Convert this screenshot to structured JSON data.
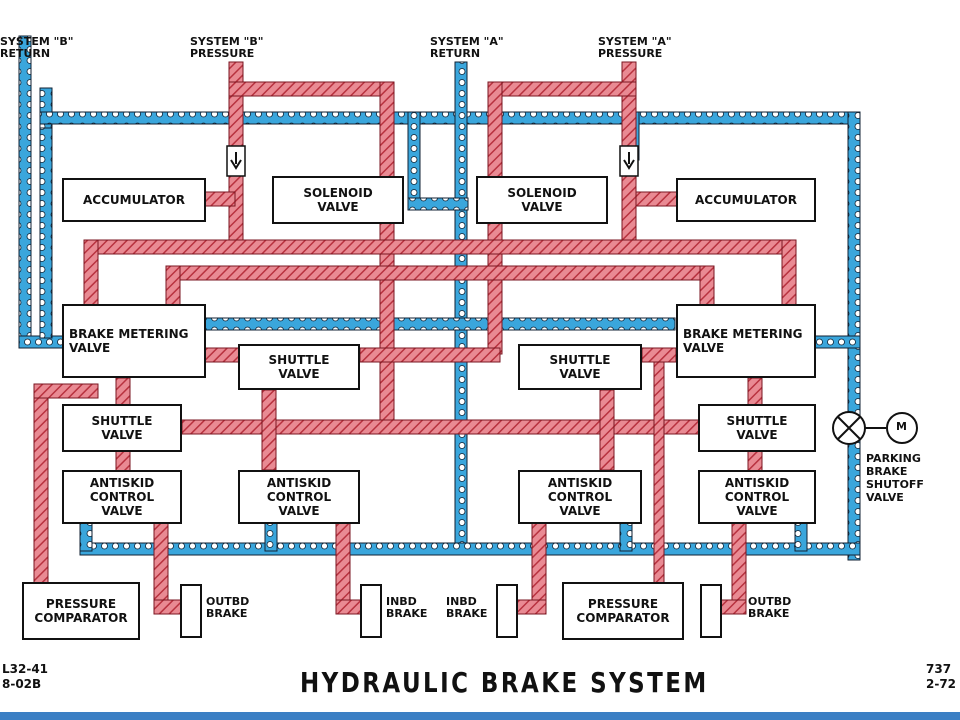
{
  "title": "HYDRAULIC BRAKE SYSTEM",
  "corner_left": [
    "L32-41",
    "8-02B"
  ],
  "corner_right": [
    "737",
    "2-72"
  ],
  "supply_labels": {
    "sys_b_return": "SYSTEM \"B\"\nRETURN",
    "sys_b_pressure": "SYSTEM \"B\"\nPRESSURE",
    "sys_a_return": "SYSTEM \"A\"\nRETURN",
    "sys_a_pressure": "SYSTEM \"A\"\nPRESSURE"
  },
  "components": {
    "accumulator_left": "ACCUMULATOR",
    "solenoid_left": "SOLENOID\nVALVE",
    "solenoid_right": "SOLENOID\nVALVE",
    "accumulator_right": "ACCUMULATOR",
    "brake_metering_left": "BRAKE METERING\nVALVE",
    "brake_metering_right": "BRAKE METERING\nVALVE",
    "shuttle_upper_left": "SHUTTLE\nVALVE",
    "shuttle_upper_right": "SHUTTLE\nVALVE",
    "shuttle_left": "SHUTTLE\nVALVE",
    "shuttle_right": "SHUTTLE\nVALVE",
    "antiskid_1": "ANTISKID\nCONTROL\nVALVE",
    "antiskid_2": "ANTISKID\nCONTROL\nVALVE",
    "antiskid_3": "ANTISKID\nCONTROL\nVALVE",
    "antiskid_4": "ANTISKID\nCONTROL\nVALVE",
    "pressure_comparator_left": "PRESSURE\nCOMPARATOR",
    "pressure_comparator_right": "PRESSURE\nCOMPARATOR",
    "outbd_brake_left": "OUTBD\nBRAKE",
    "inbd_brake_left": "INBD\nBRAKE",
    "inbd_brake_right": "INBD\nBRAKE",
    "outbd_brake_right": "OUTBD\nBRAKE",
    "parking_brake_shutoff": "PARKING\nBRAKE\nSHUTOFF\nVALVE",
    "motor_symbol": "M"
  },
  "colors": {
    "return_line": "#3aa6dc",
    "pressure_line": "#e0606e",
    "outline": "#111111"
  }
}
